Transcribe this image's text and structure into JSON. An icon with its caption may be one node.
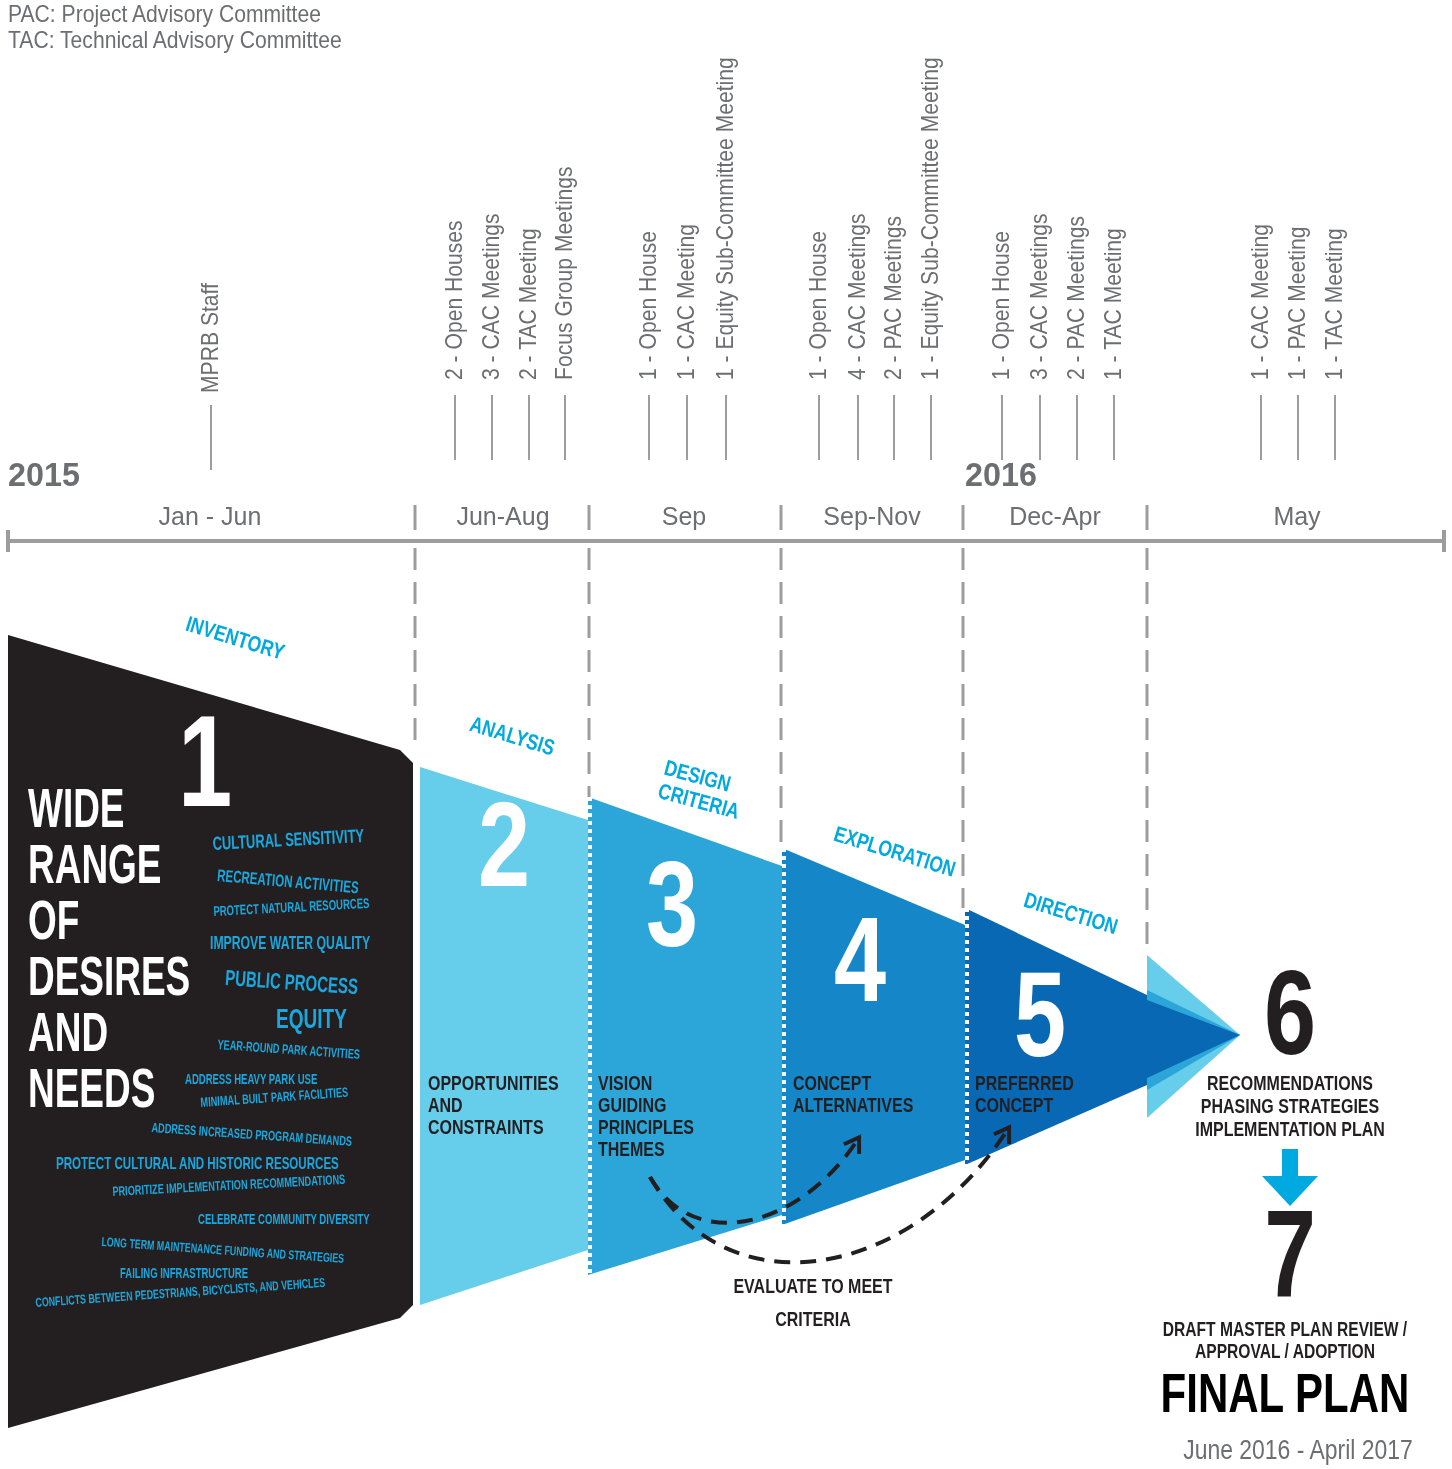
{
  "diagram": {
    "nodes": [
      {
        "text": [
          "INVENTORY",
          "1",
          "WIDE RANGE OF DESIRES AND NEEDS",
          "CULTURAL SENSITIVITY",
          "RECREATION ACTIVITIES",
          "PROTECT NATURAL RESOURCES",
          "IMPROVE WATER QUALITY",
          "PUBLIC PROCESS",
          "EQUITY",
          "YEAR-ROUND PARK ACTIVITIES",
          "ADDRESS HEAVY PARK USE",
          "MINIMAL BUILT PARK FACILITIES",
          "ADDRESS INCREASED PROGRAM DEMANDS",
          "PROTECT CULTURAL AND HISTORIC RESOURCES",
          "PRIORITIZE IMPLEMENTATION RECOMMENDATIONS",
          "CELEBRATE COMMUNITY DIVERSITY",
          "LONG TERM MAINTENANCE FUNDING AND STRATEGIES",
          "FAILING INFRASTRUCTURE",
          "CONFLICTS BETWEEN PEDESTRIANS, BICYCLISTS, AND VEHICLES"
        ]
      },
      {
        "text": [
          "ANALYSIS",
          "2",
          "OPPORTUNITIES AND CONSTRAINTS"
        ]
      },
      {
        "text": [
          "DESIGN CRITERIA",
          "3",
          "VISION GUIDING PRINCIPLES THEMES"
        ]
      },
      {
        "text": [
          "EXPLORATION",
          "4",
          "CONCEPT ALTERNATIVES"
        ]
      },
      {
        "text": [
          "DIRECTION",
          "5",
          "PREFERRED CONCEPT"
        ]
      },
      {
        "text": [
          "6",
          "RECOMMENDATIONS PHASING STRATEGIES IMPLEMENTATION PLAN"
        ]
      },
      {
        "text": [
          "7",
          "DRAFT MASTER PLAN REVIEW / APPROVAL / ADOPTION",
          "FINAL PLAN"
        ],
        "beside": [
          "June 2016 - April 2017"
        ]
      }
    ],
    "edges": [
      {
        "from": 2,
        "to": 3,
        "arrow": "to",
        "style": "dashed"
      },
      {
        "from": 2,
        "to": 4,
        "arrow": "to",
        "style": "dashed",
        "label": "EVALUATE TO MEET CRITERIA"
      },
      {
        "from": 5,
        "to": 6,
        "arrow": "to",
        "style": "thick",
        "color": "#00a9e0"
      }
    ],
    "labels": [
      "PAC: Project Advisory Committee",
      "TAC: Technical Advisory Committee",
      "MPRB Staff",
      "2 - Open Houses",
      "3 - CAC Meetings",
      "2 - TAC Meeting",
      "Focus Group Meetings",
      "1 - Open House",
      "1 - CAC Meeting",
      "1 - Equity Sub-Committee Meeting",
      "1 - Open House",
      "4 - CAC Meetings",
      "2 - PAC Meetings",
      "1 - Equity Sub-Committee Meeting",
      "1 - Open House",
      "3 - CAC Meetings",
      "2 - PAC Meetings",
      "1 - TAC Meeting",
      "1 - CAC Meeting",
      "1 - PAC Meeting",
      "1 - TAC Meeting",
      "2015",
      "Jan - Jun",
      "Jun-Aug",
      "Sep",
      "Sep-Nov",
      "2016",
      "Dec-Apr",
      "May"
    ]
  }
}
